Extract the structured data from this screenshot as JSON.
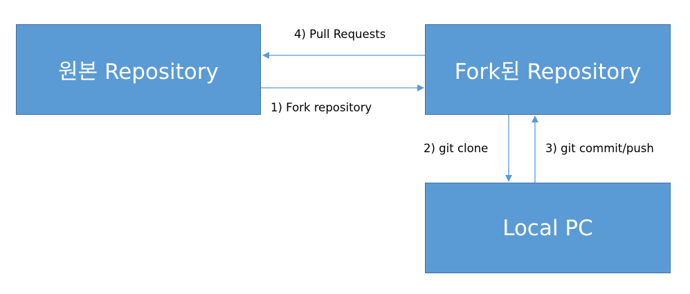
{
  "nodes": {
    "origin": "원본 Repository",
    "fork": "Fork된 Repository",
    "local": "Local PC"
  },
  "edges": {
    "pull_requests": "4) Pull Requests",
    "fork_repository": "1) Fork repository",
    "git_clone": "2) git clone",
    "git_commit_push": "3) git commit/push"
  },
  "colors": {
    "box_fill": "#5b9bd5",
    "box_border": "#41719c",
    "arrow": "#5b9bd5",
    "box_text": "#ffffff",
    "label_text": "#000000"
  }
}
